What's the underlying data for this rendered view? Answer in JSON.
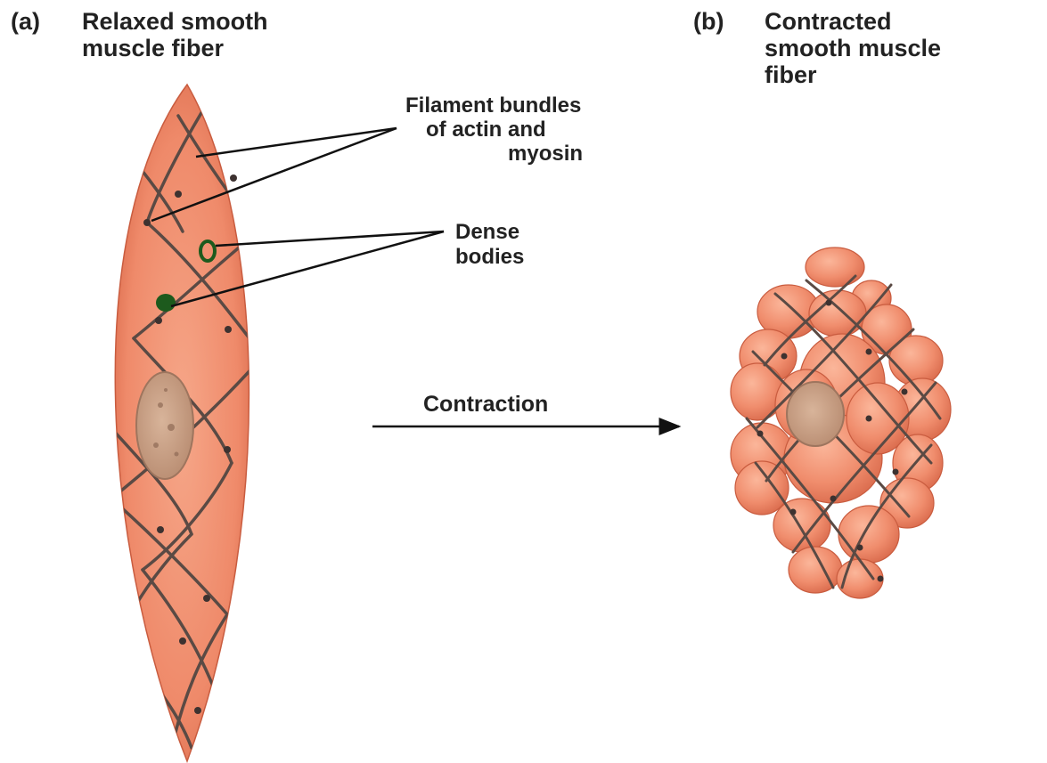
{
  "panel_a": {
    "letter": "(a)",
    "title_line1": "Relaxed smooth",
    "title_line2": "muscle fiber"
  },
  "panel_b": {
    "letter": "(b)",
    "title_line1": "Contracted",
    "title_line2": "smooth muscle",
    "title_line3": "fiber"
  },
  "labels": {
    "filament_line1": "Filament bundles",
    "filament_line2": "of actin and",
    "filament_line3": "myosin",
    "dense_line1": "Dense",
    "dense_line2": "bodies",
    "contraction": "Contraction"
  },
  "colors": {
    "fiber": "#ef8a6a",
    "fiber_shadow": "#d9694a",
    "filament": "#5a4a44",
    "dense_body": "#1d5a1d",
    "nucleus": "#c8a48a"
  }
}
